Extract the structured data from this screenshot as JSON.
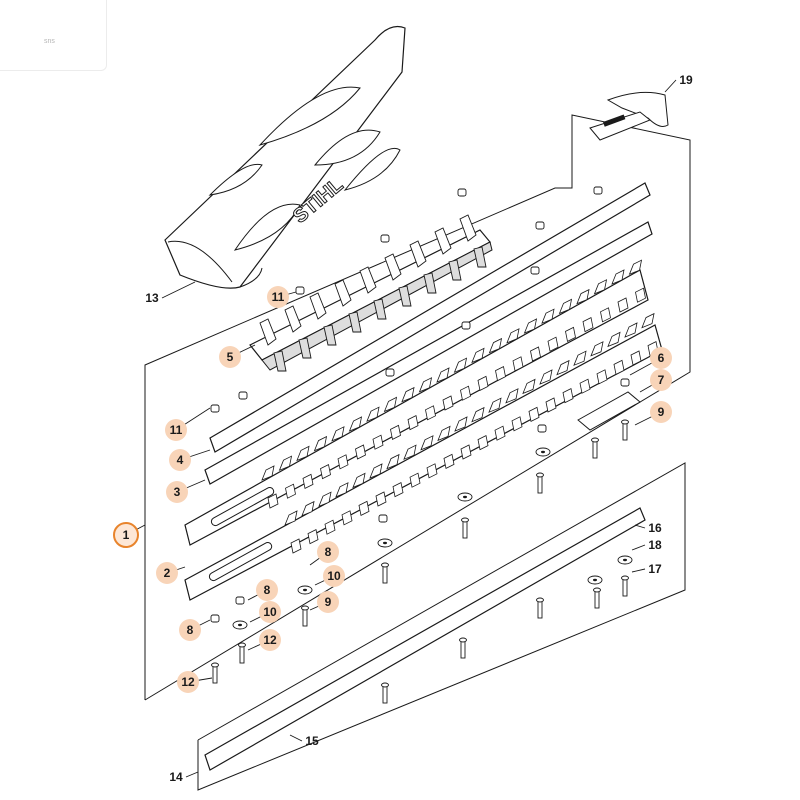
{
  "reference_tag": "sns",
  "brand": "STIHL",
  "colors": {
    "highlight_fill": "#f8d4b8",
    "highlight_ring": "#e8842c",
    "line": "#1a1a1a"
  },
  "callouts": [
    {
      "number": "1",
      "style": "ring"
    },
    {
      "number": "2",
      "style": "fill"
    },
    {
      "number": "3",
      "style": "fill"
    },
    {
      "number": "4",
      "style": "fill"
    },
    {
      "number": "5",
      "style": "fill"
    },
    {
      "number": "6",
      "style": "fill"
    },
    {
      "number": "7",
      "style": "fill"
    },
    {
      "number": "8",
      "style": "fill"
    },
    {
      "number": "8",
      "style": "fill"
    },
    {
      "number": "8",
      "style": "fill"
    },
    {
      "number": "9",
      "style": "fill"
    },
    {
      "number": "9",
      "style": "fill"
    },
    {
      "number": "10",
      "style": "fill"
    },
    {
      "number": "10",
      "style": "fill"
    },
    {
      "number": "11",
      "style": "fill"
    },
    {
      "number": "11",
      "style": "fill"
    },
    {
      "number": "12",
      "style": "fill"
    },
    {
      "number": "12",
      "style": "fill"
    }
  ],
  "plain_labels": [
    "13",
    "14",
    "15",
    "16",
    "17",
    "18",
    "19"
  ]
}
